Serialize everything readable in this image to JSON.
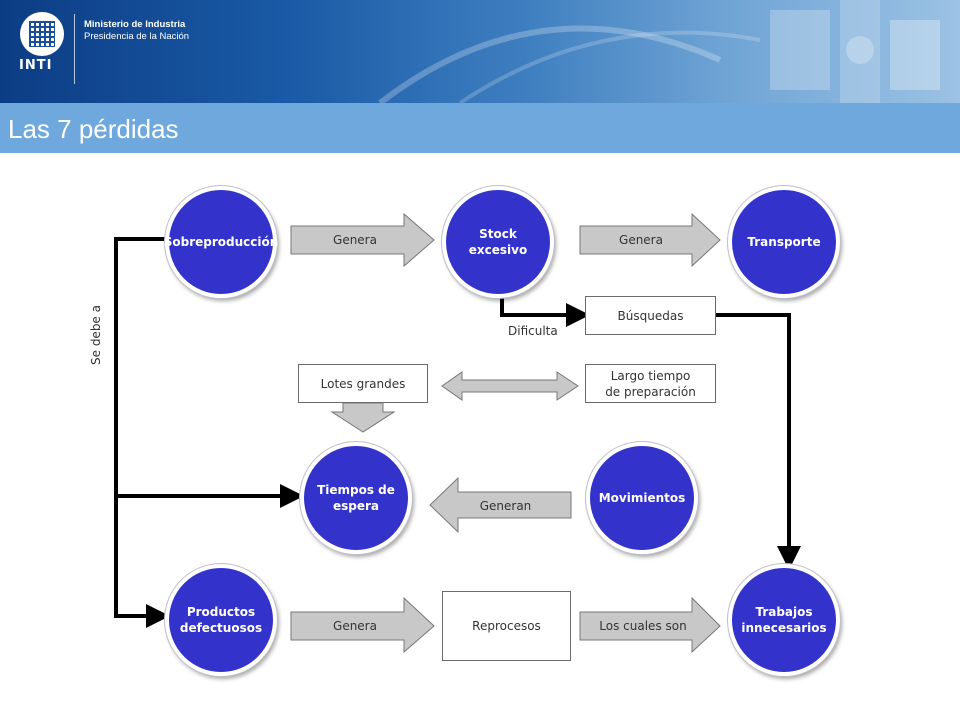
{
  "header": {
    "logo_text": "INTI",
    "ministry_line1": "Ministerio de Industria",
    "ministry_line2": "Presidencia de la Nación"
  },
  "title": "Las 7 pérdidas",
  "diagram": {
    "nodes": {
      "sobreproduccion": "Sobreproducción",
      "stock": "Stock excesivo",
      "transporte": "Transporte",
      "tiempos_espera": "Tiempos de espera",
      "movimientos": "Movimientos",
      "productos_defectuosos": "Productos defectuosos",
      "trabajos_innecesarios": "Trabajos innecesarios"
    },
    "boxes": {
      "busquedas": "Búsquedas",
      "lotes_grandes": "Lotes grandes",
      "largo_tiempo_1": "Largo tiempo",
      "largo_tiempo_2": "de preparación",
      "reprocesos": "Reprocesos"
    },
    "arrow_labels": {
      "genera_1": "Genera",
      "genera_2": "Genera",
      "generan": "Generan",
      "genera_3": "Genera",
      "los_cuales_son": "Los cuales son"
    },
    "line_labels": {
      "se_debe_a": "Se debe a",
      "dificulta": "Dificulta"
    }
  },
  "colors": {
    "node": "#3333cc",
    "title_bar": "#6fa8dc",
    "arrow_fill": "#c8c8c8"
  }
}
